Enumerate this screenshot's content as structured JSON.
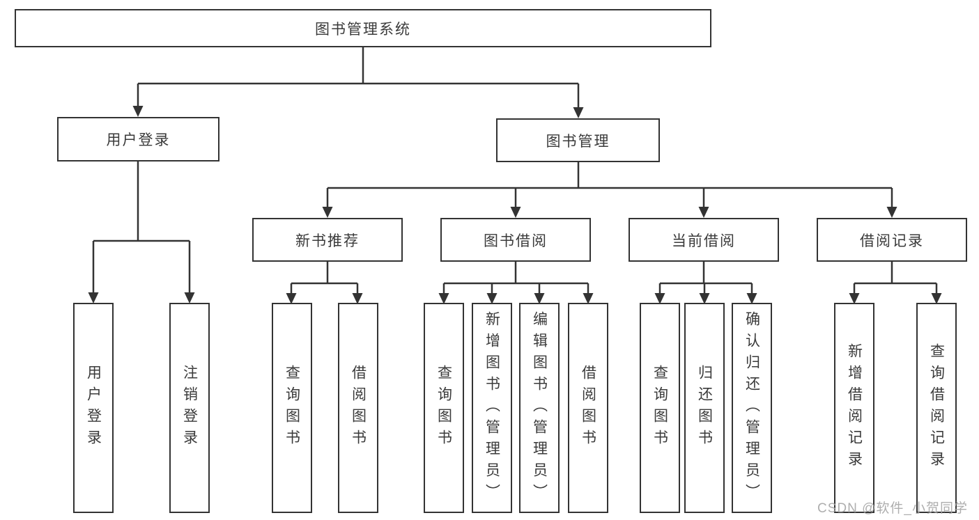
{
  "diagram": {
    "title": "图书管理系统",
    "watermark": "CSDN @软件_小贺同学",
    "branches": [
      {
        "label": "用户登录",
        "children": [
          "用户登录",
          "注销登录"
        ]
      },
      {
        "label": "图书管理",
        "children": [
          {
            "label": "新书推荐",
            "children": [
              "查询图书",
              "借阅图书"
            ]
          },
          {
            "label": "图书借阅",
            "children": [
              "查询图书",
              "新增图书（管理员）",
              "编辑图书（管理员）",
              "借阅图书"
            ]
          },
          {
            "label": "当前借阅",
            "children": [
              "查询图书",
              "归还图书",
              "确认归还（管理员）"
            ]
          },
          {
            "label": "借阅记录",
            "children": [
              "新增借阅记录",
              "查询借阅记录"
            ]
          }
        ]
      }
    ]
  }
}
